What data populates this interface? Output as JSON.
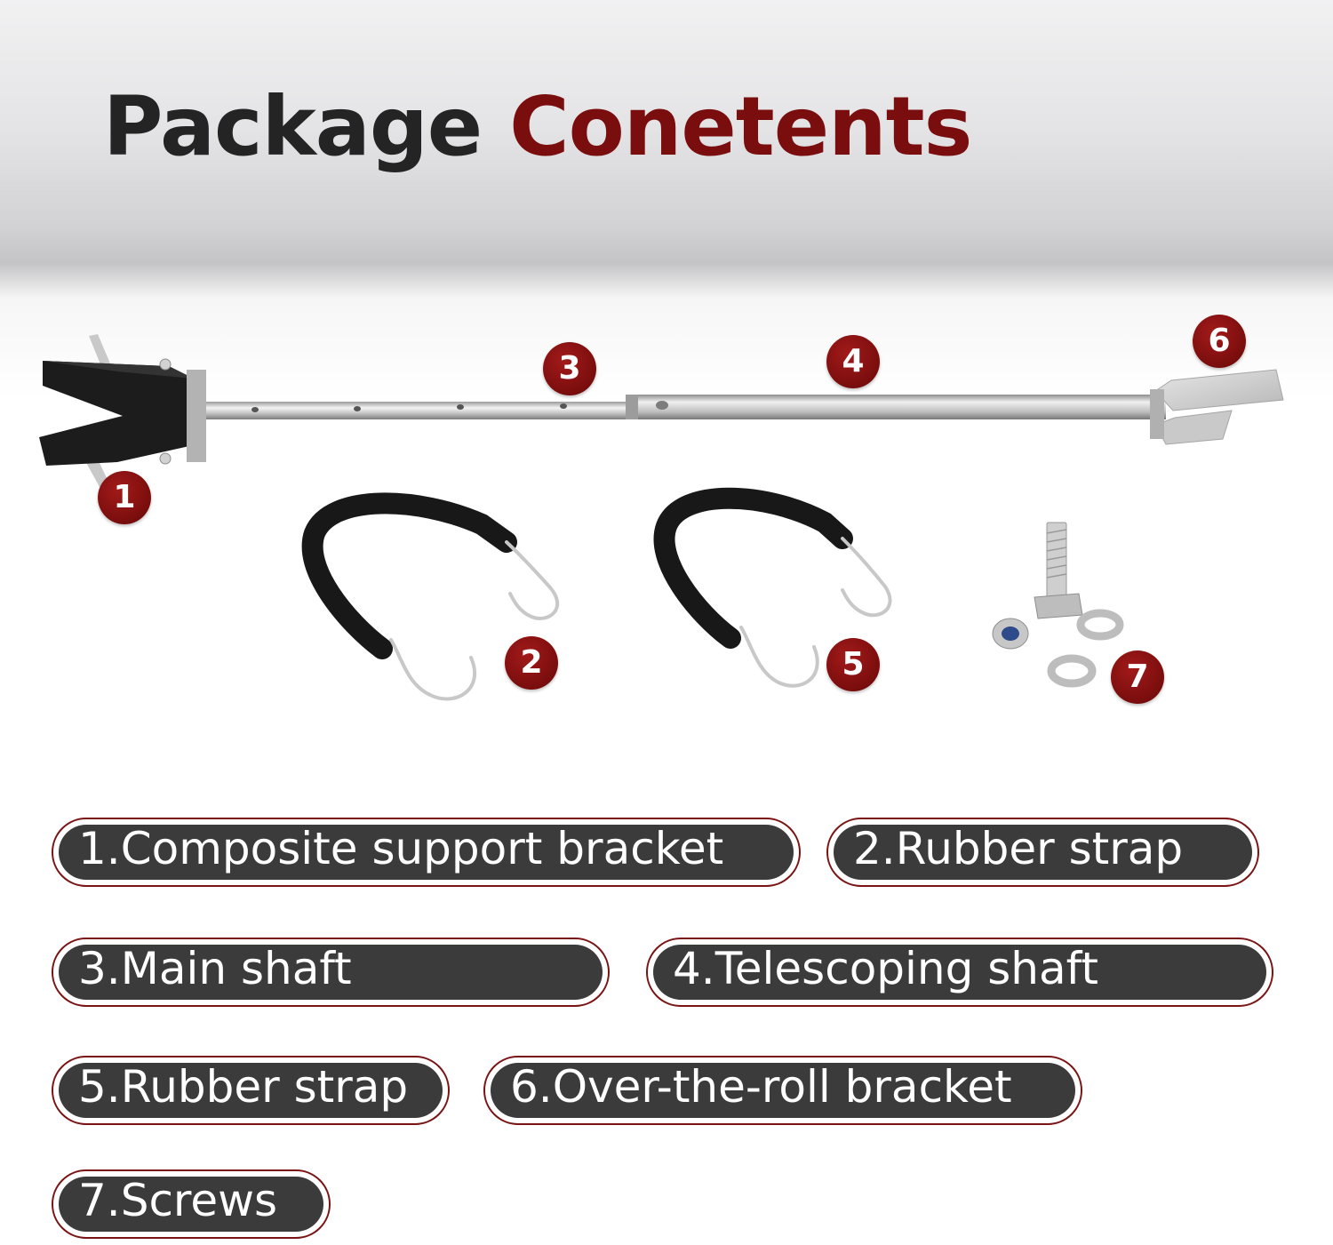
{
  "title": {
    "word1": "Package",
    "word2": "Conetents"
  },
  "colors": {
    "accent": "#7a0d0d",
    "title_dark": "#242424",
    "pill_fill": "#3b3b3b",
    "pill_border": "#7a1414"
  },
  "callouts": [
    "1",
    "2",
    "3",
    "4",
    "5",
    "6",
    "7"
  ],
  "items": [
    {
      "number": "1",
      "label": "1.Composite support bracket"
    },
    {
      "number": "2",
      "label": "2.Rubber strap"
    },
    {
      "number": "3",
      "label": "3.Main shaft"
    },
    {
      "number": "4",
      "label": "4.Telescoping shaft"
    },
    {
      "number": "5",
      "label": "5.Rubber strap"
    },
    {
      "number": "6",
      "label": "6.Over-the-roll bracket"
    },
    {
      "number": "7",
      "label": "7.Screws"
    }
  ]
}
